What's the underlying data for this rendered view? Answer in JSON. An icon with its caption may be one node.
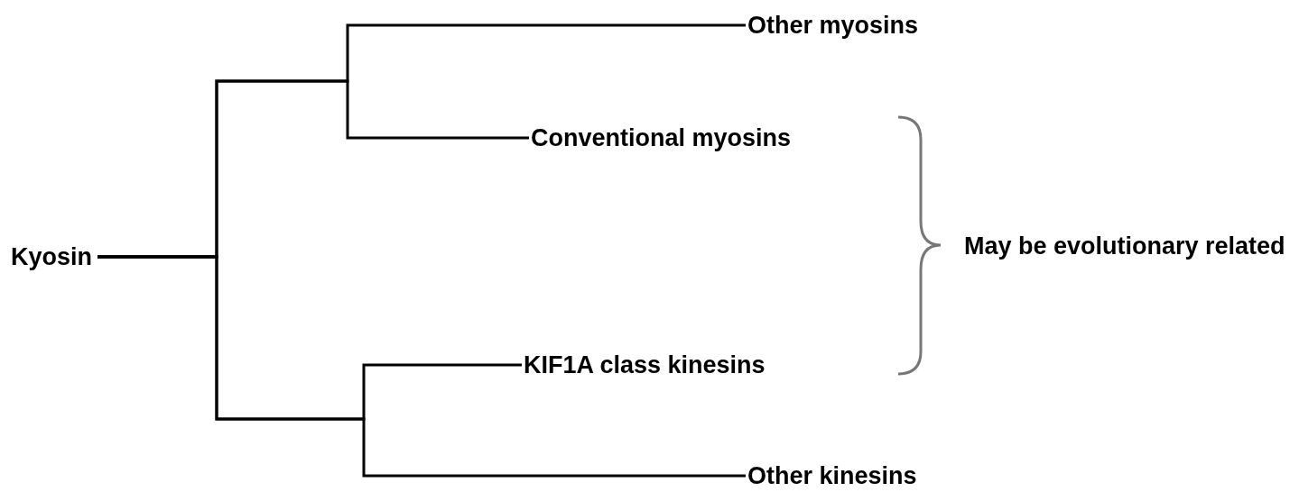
{
  "diagram": {
    "nodes": [
      {
        "text": [
          "Kyosin"
        ]
      },
      {
        "text": [
          "Other myosins"
        ]
      },
      {
        "text": [
          "Conventional myosins"
        ]
      },
      {
        "text": [
          "KIF1A class kinesins"
        ]
      },
      {
        "text": [
          "Other kinesins"
        ]
      }
    ],
    "edges": [
      {
        "from": 0,
        "to": 1,
        "arrow": "none"
      },
      {
        "from": 0,
        "to": 2,
        "arrow": "none"
      },
      {
        "from": 0,
        "to": 3,
        "arrow": "none"
      },
      {
        "from": 0,
        "to": 4,
        "arrow": "none"
      }
    ],
    "labels": [
      "May be evolutionary related"
    ]
  }
}
